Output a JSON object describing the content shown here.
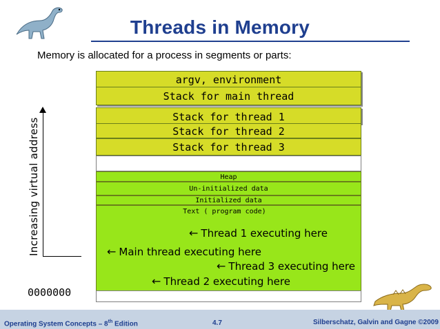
{
  "slide": {
    "title": "Threads in Memory",
    "intro": "Memory is allocated for a process in segments or parts:"
  },
  "memory": {
    "segments": {
      "argv": "argv, environment",
      "main_stack": "Stack for main thread",
      "stack1": "Stack for thread 1",
      "stack2": "Stack for thread 2",
      "stack3": "Stack for thread 3",
      "heap": "Heap",
      "uninit": "Un-initialized data",
      "init": "Initialized data",
      "text": "Text ( program code)"
    },
    "threads": {
      "t1": "Thread 1 executing here",
      "main": "Main thread executing here",
      "t3": "Thread 3 executing here",
      "t2": "Thread 2 executing here"
    },
    "axis_label": "Increasing virtual address",
    "base_address": "0000000",
    "arrow_glyph": "←",
    "colors": {
      "stack": "#d6dc28",
      "data": "#98e61a",
      "title": "#1f3f8f"
    }
  },
  "footer": {
    "left": "Operating System Concepts – 8th Edition",
    "left_main": "Operating System Concepts – 8",
    "left_sup": "th",
    "left_tail": " Edition",
    "page": "4.7",
    "right": "Silberschatz, Galvin and Gagne ©2009"
  },
  "icons": {
    "top_left": "dinosaur-icon",
    "bottom_right": "dinosaur-icon"
  }
}
